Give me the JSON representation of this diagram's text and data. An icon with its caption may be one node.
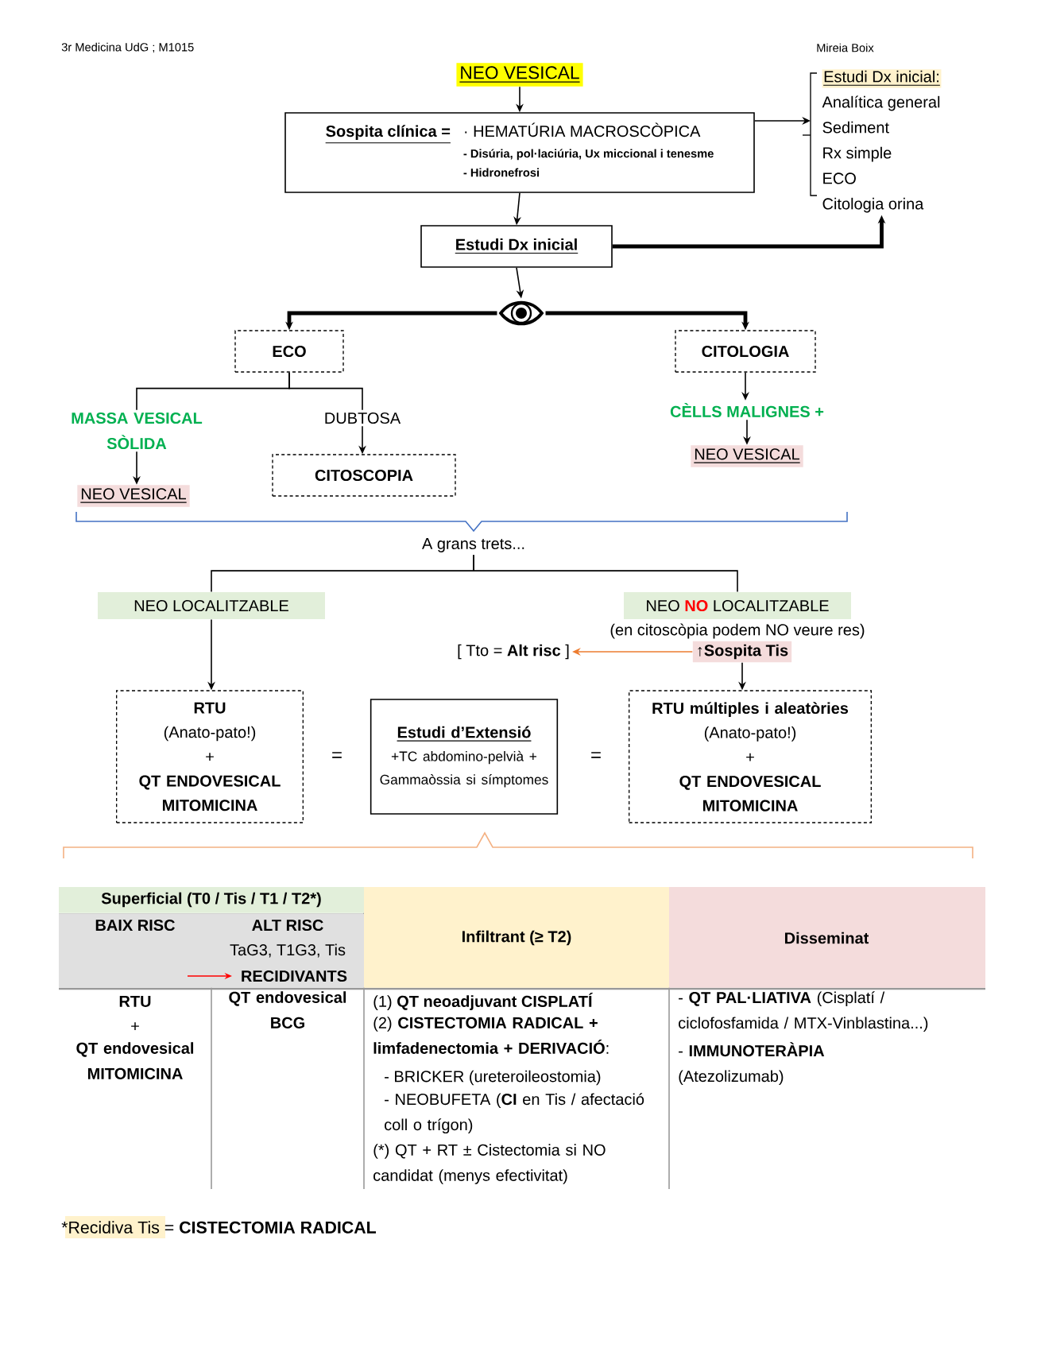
{
  "diagram": {
    "nodes": [
      {
        "text": [
          "NEO VESICAL"
        ]
      },
      {
        "text": [
          "Sospita clínica =",
          "· HEMATÚRIA MACROSCÒPICA",
          "- Disúria, pol·laciúria, Ux miccional i tenesme",
          "- Hidronefrosi"
        ]
      },
      {
        "text": [
          "Estudi Dx inicial"
        ]
      },
      {
        "text": [
          "Estudi Dx inicial:",
          "Analítica general",
          "Sediment",
          "Rx simple",
          "ECO",
          "Citologia orina"
        ]
      },
      {
        "text": [],
        "shape": "eye"
      },
      {
        "text": [
          "ECO"
        ]
      },
      {
        "text": [
          "CITOLOGIA"
        ]
      },
      {
        "text": [
          "MASSA VESICAL SÒLIDA"
        ]
      },
      {
        "text": [
          "DUBTOSA"
        ]
      },
      {
        "text": [
          "CITOSCOPIA"
        ]
      },
      {
        "text": [
          "CÈLLS MALIGNES +"
        ]
      },
      {
        "text": [
          "NEO VESICAL"
        ]
      },
      {
        "text": [
          "NEO VESICAL"
        ]
      },
      {
        "text": [
          "A grans trets..."
        ]
      },
      {
        "text": [
          "NEO LOCALITZABLE"
        ]
      },
      {
        "text": [
          "NEO **NO** LOCALITZABLE"
        ],
        "beside": [
          "(en citoscòpia podem NO veure res)"
        ]
      },
      {
        "text": [
          "[ Tto = **Alt risc** ]"
        ]
      },
      {
        "text": [
          "↑Sospita Tis"
        ]
      },
      {
        "text": [
          "RTU",
          "(Anato-pato!)",
          "+",
          "QT ENDOVESICAL MITOMICINA"
        ]
      },
      {
        "text": [
          "Estudi d’Extensió",
          "+TC abdomino-pelvià + Gammaòssia si símptomes"
        ]
      },
      {
        "text": [
          "RTU múltiples i aleatòries",
          "(Anato-pato!)",
          "+",
          "QT ENDOVESICAL MITOMICINA"
        ]
      }
    ],
    "edges": [
      {
        "from": 0,
        "to": 1,
        "arrow": "to"
      },
      {
        "from": 1,
        "to": 3,
        "arrow": "to"
      },
      {
        "from": 1,
        "to": 2,
        "arrow": "to"
      },
      {
        "from": 2,
        "to": 3,
        "arrow": "to",
        "style": "thick"
      },
      {
        "from": 2,
        "to": 4,
        "arrow": "to"
      },
      {
        "from": 4,
        "to": 5,
        "arrow": "to",
        "style": "thick"
      },
      {
        "from": 4,
        "to": 6,
        "arrow": "to",
        "style": "thick"
      },
      {
        "from": 5,
        "to": 7,
        "arrow": "none"
      },
      {
        "from": 5,
        "to": 8,
        "arrow": "none"
      },
      {
        "from": 7,
        "to": 11,
        "arrow": "to"
      },
      {
        "from": 8,
        "to": 9,
        "arrow": "to"
      },
      {
        "from": 6,
        "to": 10,
        "arrow": "to"
      },
      {
        "from": 10,
        "to": 12,
        "arrow": "to"
      },
      {
        "from": 13,
        "to": 14,
        "arrow": "none"
      },
      {
        "from": 13,
        "to": 15,
        "arrow": "none"
      },
      {
        "from": 14,
        "to": 18,
        "arrow": "to"
      },
      {
        "from": 17,
        "to": 16,
        "arrow": "to",
        "color": "#ed7d31"
      },
      {
        "from": 17,
        "to": 20,
        "arrow": "to"
      }
    ],
    "labels": [
      "3r Medicina UdG ; M1015",
      "Mireia Boix",
      "=",
      "=",
      "Superficial (T0 / Tis / T1 / T2*)",
      "BAIX RISC",
      "ALT RISC",
      "TaG3, T1G3, Tis",
      "RECIDIVANTS",
      "Infiltrant (≥ T2)",
      "Disseminat",
      "RTU",
      "+",
      "QT endovesical MITOMICINA",
      "QT endovesical BCG",
      "(1) **QT neoadjuvant CISPLATÍ**",
      "(2) **CISTECTOMIA RADICAL + limfadenectomia + DERIVACIÓ**:",
      "- BRICKER (ureteroileostomia)",
      "- NEOBUFETA (**CI** en Tis / afectació coll o trígon)",
      "(*) QT + RT ± Cistectomia si NO candidat (menys efectivitat)",
      "- **QT PAL·LIATIVA** (Cisplatí / ciclofosfamida / MTX-Vinblastina...)",
      "- **IMMUNOTERÀPIA** (Atezolizumab)",
      "*Recidiva Tis = **CISTECTOMIA RADICAL**"
    ]
  }
}
